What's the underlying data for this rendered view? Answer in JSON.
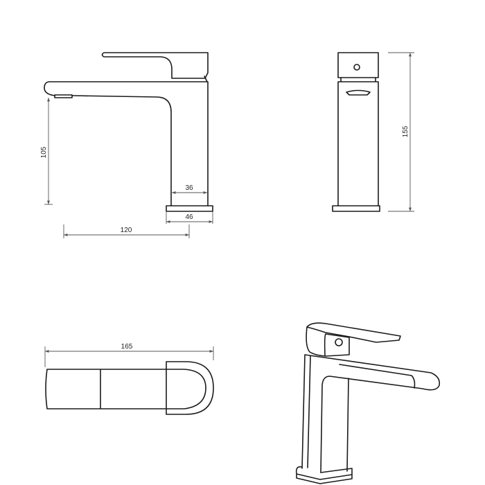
{
  "dimensions": {
    "spout_height": "105",
    "body_width": "36",
    "base_width": "46",
    "spout_reach": "120",
    "total_height": "155",
    "total_length": "165"
  }
}
